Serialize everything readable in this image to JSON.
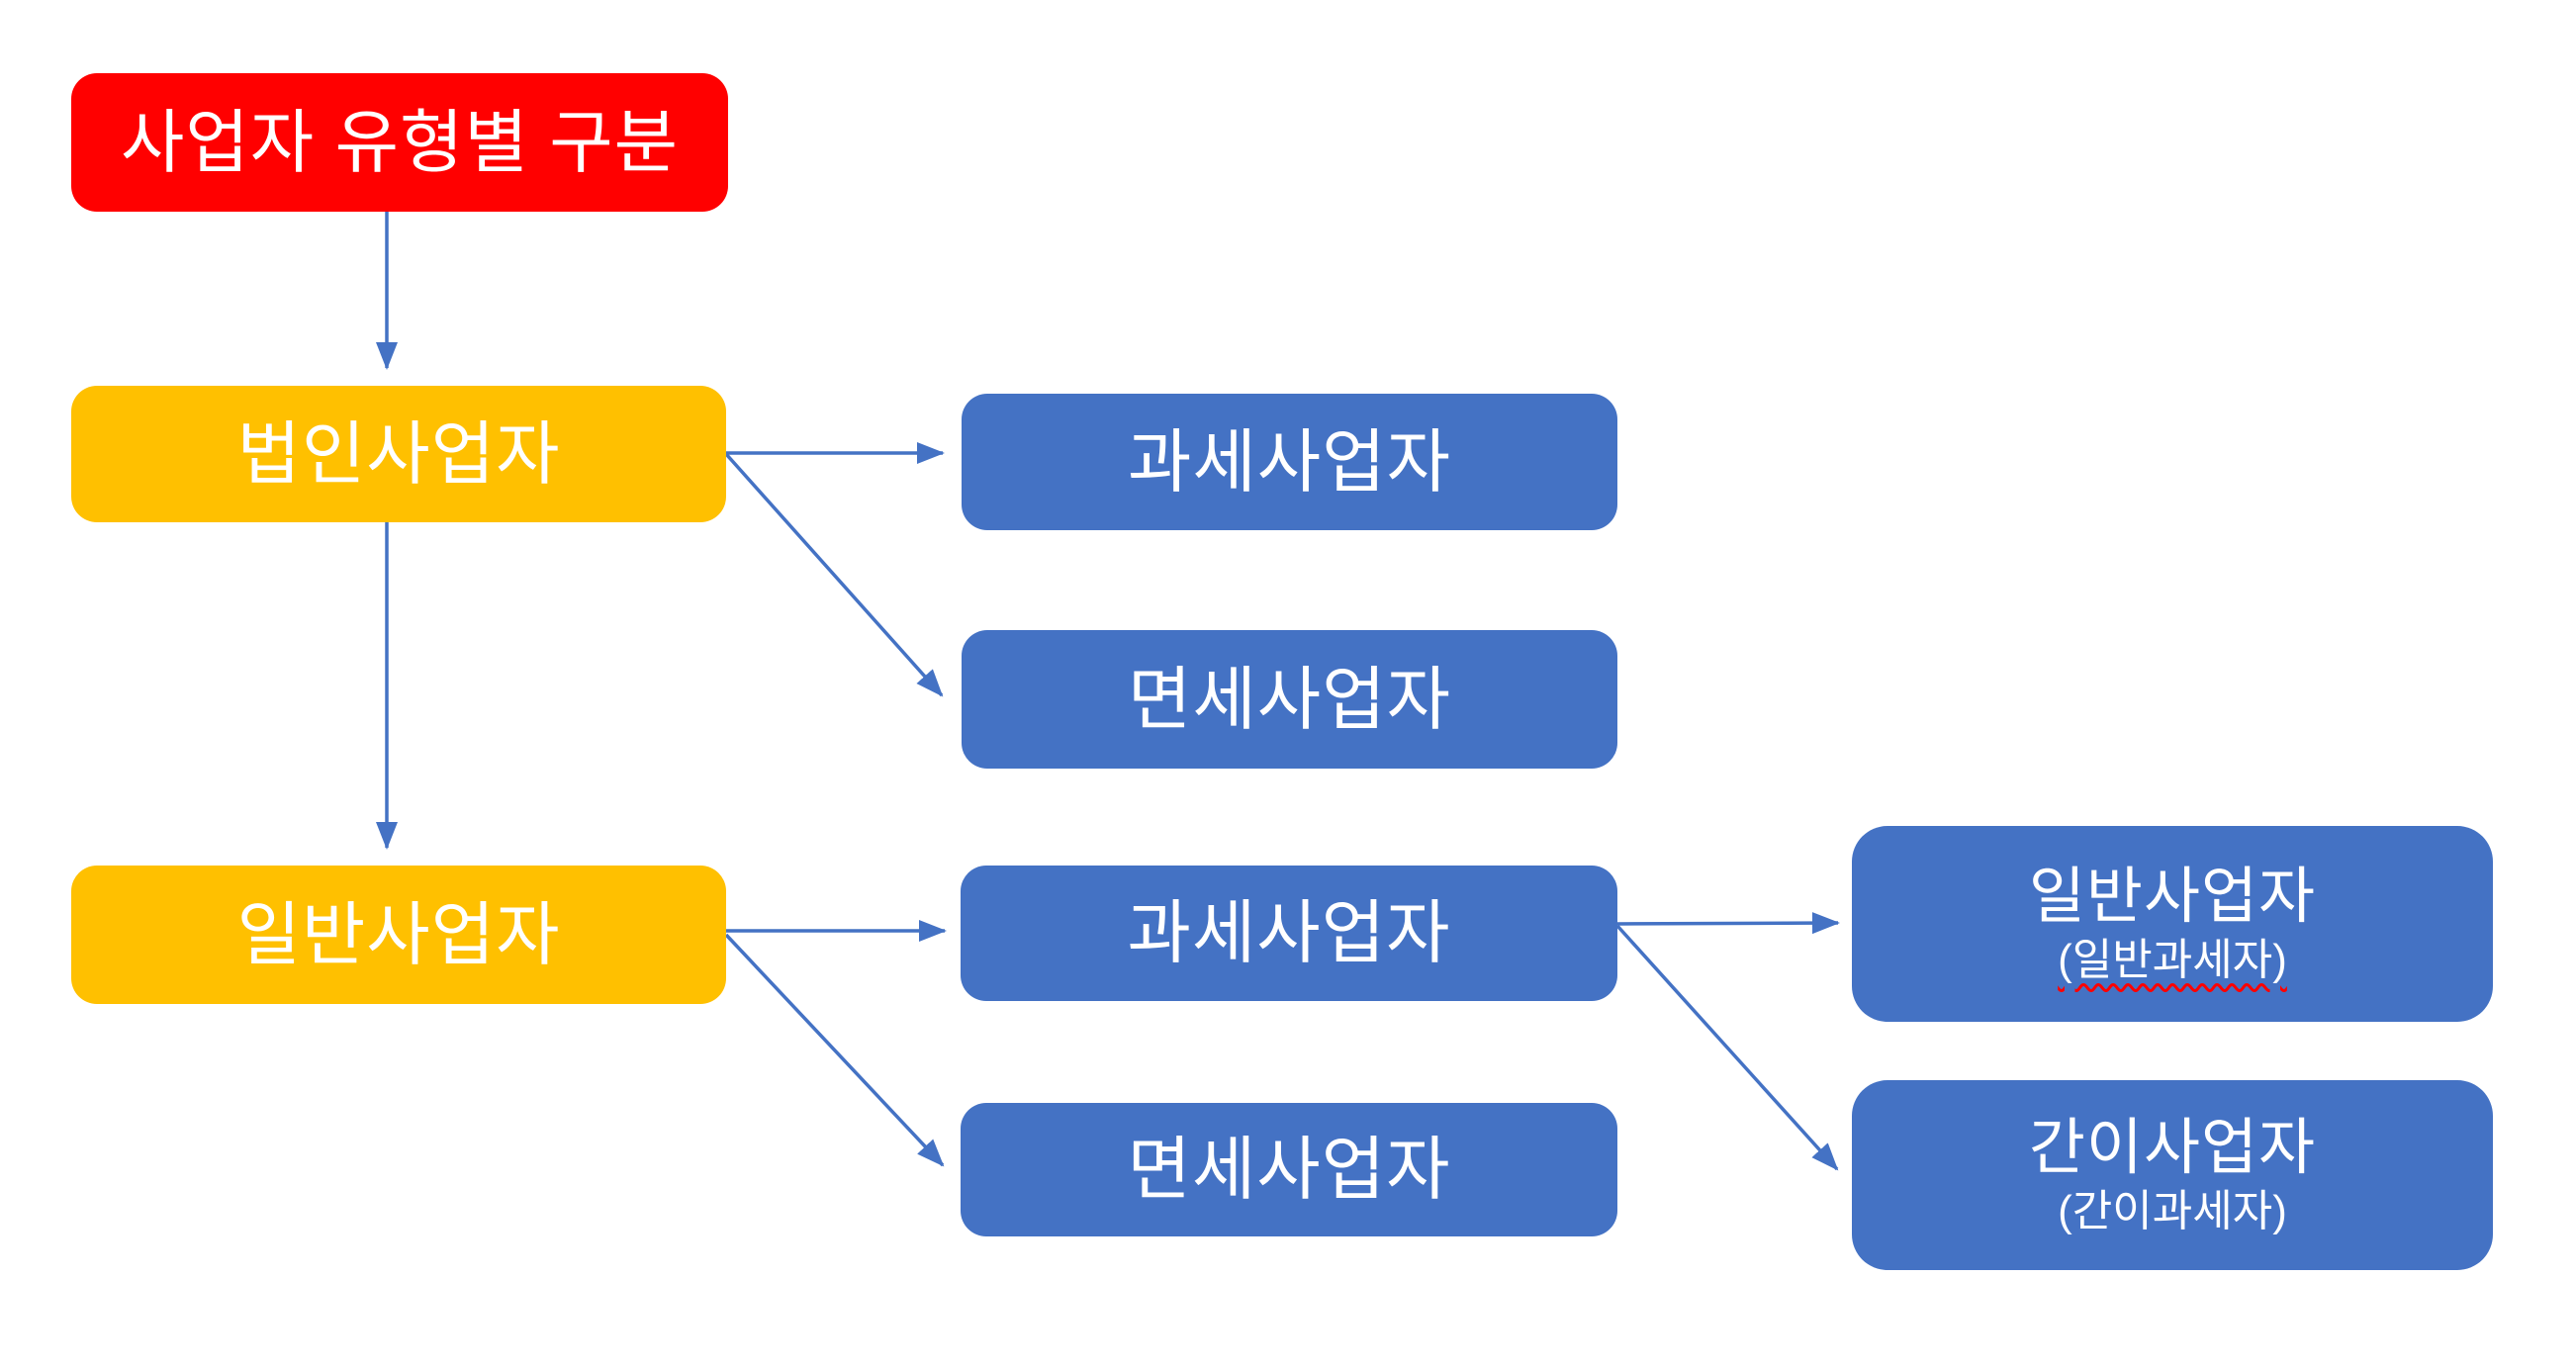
{
  "diagram": {
    "background_color": "#FFFFFF",
    "arrow_color": "#4472C4",
    "text_color": "#FFFFFF",
    "nodes": [
      {
        "id": "title",
        "label": "사업자 유형별 구분",
        "color": "#FF0000",
        "shape": "rounded-rectangle"
      },
      {
        "id": "corporate",
        "label": "법인사업자",
        "color": "#FFC000",
        "shape": "rounded-rectangle"
      },
      {
        "id": "corporate-taxable",
        "label": "과세사업자",
        "color": "#4472C4",
        "shape": "rounded-rectangle"
      },
      {
        "id": "corporate-exempt",
        "label": "면세사업자",
        "color": "#4472C4",
        "shape": "rounded-rectangle"
      },
      {
        "id": "general",
        "label": "일반사업자",
        "color": "#FFC000",
        "shape": "rounded-rectangle"
      },
      {
        "id": "general-taxable",
        "label": "과세사업자",
        "color": "#4472C4",
        "shape": "rounded-rectangle"
      },
      {
        "id": "general-exempt",
        "label": "면세사업자",
        "color": "#4472C4",
        "shape": "rounded-rectangle"
      },
      {
        "id": "general-taxpayer",
        "label": "일반사업자",
        "sublabel": "(일반과세자)",
        "color": "#4472C4",
        "shape": "rounded-rectangle",
        "sublabel_decoration": "red-wavy-underline"
      },
      {
        "id": "simplified-taxpayer",
        "label": "간이사업자",
        "sublabel": "(간이과세자)",
        "color": "#4472C4",
        "shape": "rounded-rectangle"
      }
    ],
    "edges": [
      {
        "from": "title",
        "to": "corporate",
        "style": "arrow"
      },
      {
        "from": "corporate",
        "to": "corporate-taxable",
        "style": "arrow"
      },
      {
        "from": "corporate",
        "to": "corporate-exempt",
        "style": "arrow"
      },
      {
        "from": "corporate",
        "to": "general",
        "style": "arrow"
      },
      {
        "from": "general",
        "to": "general-taxable",
        "style": "arrow"
      },
      {
        "from": "general",
        "to": "general-exempt",
        "style": "arrow"
      },
      {
        "from": "general-taxable",
        "to": "general-taxpayer",
        "style": "arrow"
      },
      {
        "from": "general-taxable",
        "to": "simplified-taxpayer",
        "style": "arrow"
      }
    ]
  }
}
